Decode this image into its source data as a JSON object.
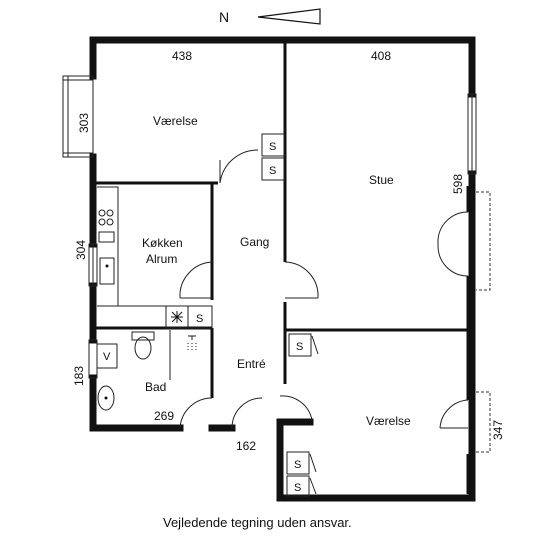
{
  "compass": {
    "label": "N"
  },
  "rooms": {
    "vaerelse_top": "Værelse",
    "stue": "Stue",
    "kokken_line1": "Køkken",
    "kokken_line2": "Alrum",
    "gang": "Gang",
    "bad": "Bad",
    "entre": "Entré",
    "vaerelse_bottom": "Værelse"
  },
  "dimensions": {
    "top_left_width": "438",
    "top_right_width": "408",
    "left_top_height": "303",
    "left_mid_height": "304",
    "left_bottom_height": "183",
    "bath_width": "269",
    "entry_width": "162",
    "stue_height": "598",
    "right_bottom_height": "347"
  },
  "fixtures": {
    "storage_s": "S",
    "ventilation_v": "V"
  },
  "disclaimer": "Vejledende tegning uden ansvar."
}
